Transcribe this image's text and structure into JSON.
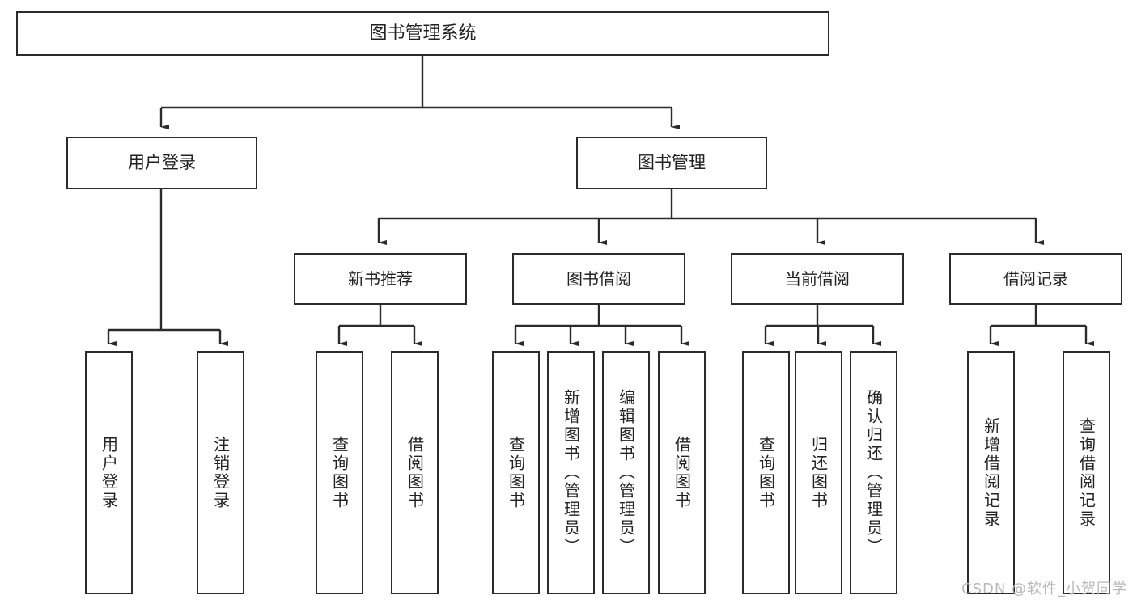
{
  "diagram": {
    "title": "图书管理系统",
    "watermark": "CSDN @软件_小贺同学",
    "colors": {
      "box_border": "#2b2b2b",
      "box_fill": "#ffffff",
      "connector": "#2b2b2b",
      "text": "#222222",
      "watermark": "#b9b9b9",
      "background": "#ffffff"
    },
    "root": {
      "label": "图书管理系统"
    },
    "level2": [
      {
        "label": "用户登录"
      },
      {
        "label": "图书管理"
      }
    ],
    "level3": [
      {
        "label": "新书推荐"
      },
      {
        "label": "图书借阅"
      },
      {
        "label": "当前借阅"
      },
      {
        "label": "借阅记录"
      }
    ],
    "leaves": {
      "user_login": [
        {
          "label": "用户登录"
        },
        {
          "label": "注销登录"
        }
      ],
      "new_book_recommend": [
        {
          "label": "查询图书"
        },
        {
          "label": "借阅图书"
        }
      ],
      "book_borrow": [
        {
          "label": "查询图书"
        },
        {
          "label": "新增图书（管理员）"
        },
        {
          "label": "编辑图书（管理员）"
        },
        {
          "label": "借阅图书"
        }
      ],
      "current_borrow": [
        {
          "label": "查询图书"
        },
        {
          "label": "归还图书"
        },
        {
          "label": "确认归还（管理员）"
        }
      ],
      "borrow_record": [
        {
          "label": "新增借阅记录"
        },
        {
          "label": "查询借阅记录"
        }
      ]
    }
  }
}
